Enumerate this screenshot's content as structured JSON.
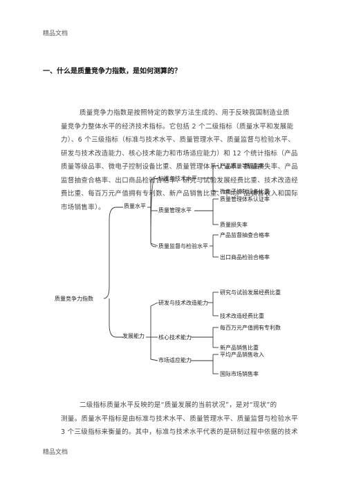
{
  "header": {
    "label": "精品文档"
  },
  "footer": {
    "label": "精品文档"
  },
  "heading": "一、什么是质量竞争力指数，是如何测算的？",
  "paragraph1": {
    "lines": [
      "质量竞争力指数是按照特定的数学方法生成的、用于反映我国制造业质",
      "量竞争力整体水平的经济技术指标。它包括 2 个二级指标（质量水平和发展能",
      "力）、6 个三级指标（标准与技术水平、质量管理水平、质量监督与检验水平、",
      "研发与技术改造能力、核心技术能力和市场适应能力）和 12 个统计指标（产品",
      "质量等级品率、微电子控制设备比重、质量管理体系认证率、质量损失率、产品",
      "监督抽查合格率、出口商品检验合格率、研究与试验发展经费比重、技术改造经",
      "费比重、每百万元产值拥有专利数、新产品销售比重、平均产品销售收入和国际",
      "市场销售率）。"
    ]
  },
  "diagram": {
    "root": "质量竞争力指数",
    "level2": [
      {
        "label": "质量水平"
      },
      {
        "label": "发展能力"
      }
    ],
    "level3": [
      {
        "label": "标准与技术水平"
      },
      {
        "label": "质量管理水平"
      },
      {
        "label": "质量监督与检验水平"
      },
      {
        "label": "研发与技术改造能力"
      },
      {
        "label": "核心技术能力"
      },
      {
        "label": "市场适应能力"
      }
    ],
    "level4": [
      {
        "label": "产品质量等级品率"
      },
      {
        "label": "微电子控制设备比重"
      },
      {
        "label": "质量管理体系认证率"
      },
      {
        "label": "质量损失率"
      },
      {
        "label": "产品监督抽查合格率"
      },
      {
        "label": "出口商品检验合格率"
      },
      {
        "label": "研究与试验发展经费比重"
      },
      {
        "label": "技术改造经费比重"
      },
      {
        "label": "每百万元产值拥有专利数"
      },
      {
        "label": "新产品销售比重"
      },
      {
        "label": "平均产品销售收入"
      },
      {
        "label": "国际市场销售率"
      }
    ]
  },
  "paragraph2": {
    "lines": [
      "二级指标质量水平反映的是“质量发展的当前状况”，是对“现状”的",
      "测量。质量水平指标是由标准与技术水平、质量管理水平、质量监督与检验水平",
      "3 个三级指标来衡量的。其中，标准与技术水平代表的是研制过程中依据的技术"
    ]
  }
}
